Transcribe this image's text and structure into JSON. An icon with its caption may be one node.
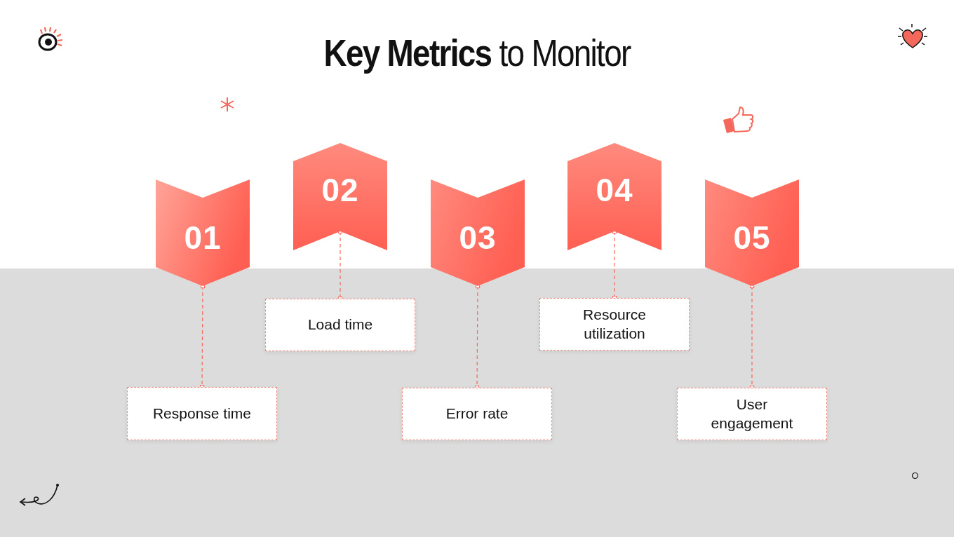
{
  "diagram": {
    "title": "**Key Metrics** to Monitor",
    "nodes": [
      {
        "text": [
          "01"
        ]
      },
      {
        "text": [
          "02"
        ]
      },
      {
        "text": [
          "03"
        ]
      },
      {
        "text": [
          "04"
        ]
      },
      {
        "text": [
          "05"
        ]
      },
      {
        "text": [
          "Response time"
        ]
      },
      {
        "text": [
          "Load time"
        ]
      },
      {
        "text": [
          "Error rate"
        ]
      },
      {
        "text": [
          "Resource utilization"
        ]
      },
      {
        "text": [
          "User engagement"
        ]
      }
    ],
    "edges": [
      {
        "from": 0,
        "to": 5,
        "arrow": "other",
        "style": "dashed"
      },
      {
        "from": 1,
        "to": 6,
        "arrow": "other",
        "style": "dashed"
      },
      {
        "from": 2,
        "to": 7,
        "arrow": "other",
        "style": "dashed"
      },
      {
        "from": 3,
        "to": 8,
        "arrow": "other",
        "style": "dashed"
      },
      {
        "from": 4,
        "to": 9,
        "arrow": "other",
        "style": "dashed"
      }
    ]
  }
}
